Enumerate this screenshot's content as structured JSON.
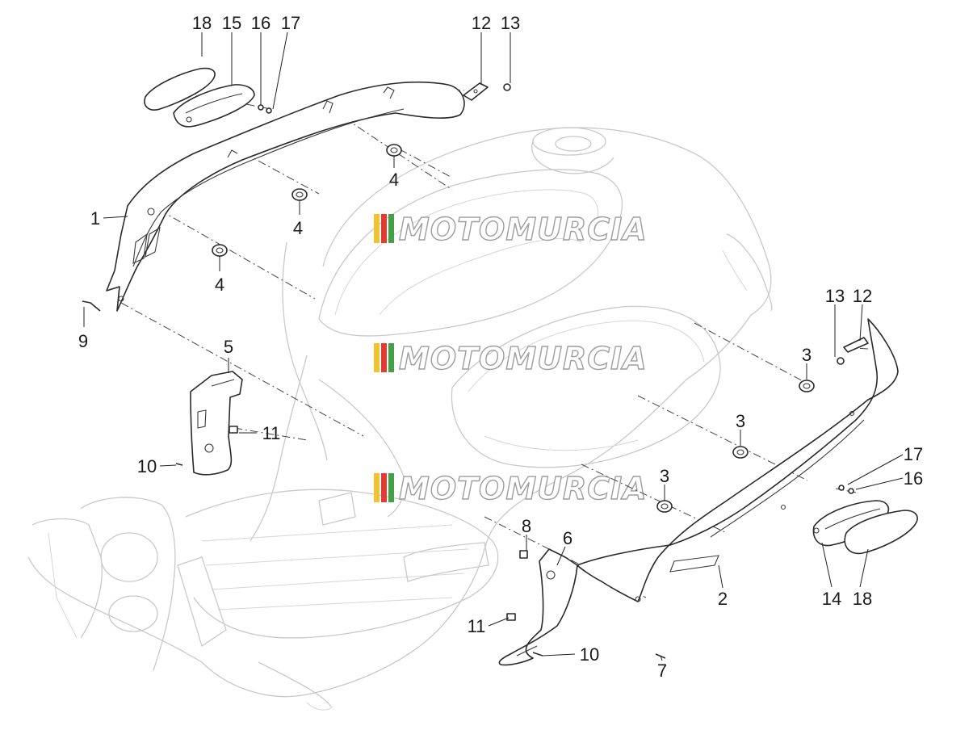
{
  "watermark": {
    "text": "MOTOMURCIA",
    "stripe_colors": [
      "#f2c230",
      "#e53935",
      "#43a047"
    ]
  },
  "callouts": {
    "c18a": "18",
    "c15": "15",
    "c16a": "16",
    "c17a": "17",
    "c12a": "12",
    "c13a": "13",
    "c1": "1",
    "c4a": "4",
    "c4b": "4",
    "c4c": "4",
    "c9": "9",
    "c5": "5",
    "c11a": "11",
    "c10a": "10",
    "c13b": "13",
    "c12b": "12",
    "c3a": "3",
    "c3b": "3",
    "c3c": "3",
    "c17b": "17",
    "c16b": "16",
    "c8": "8",
    "c6": "6",
    "c2": "2",
    "c14": "14",
    "c18b": "18",
    "c11b": "11",
    "c10b": "10",
    "c7": "7"
  }
}
